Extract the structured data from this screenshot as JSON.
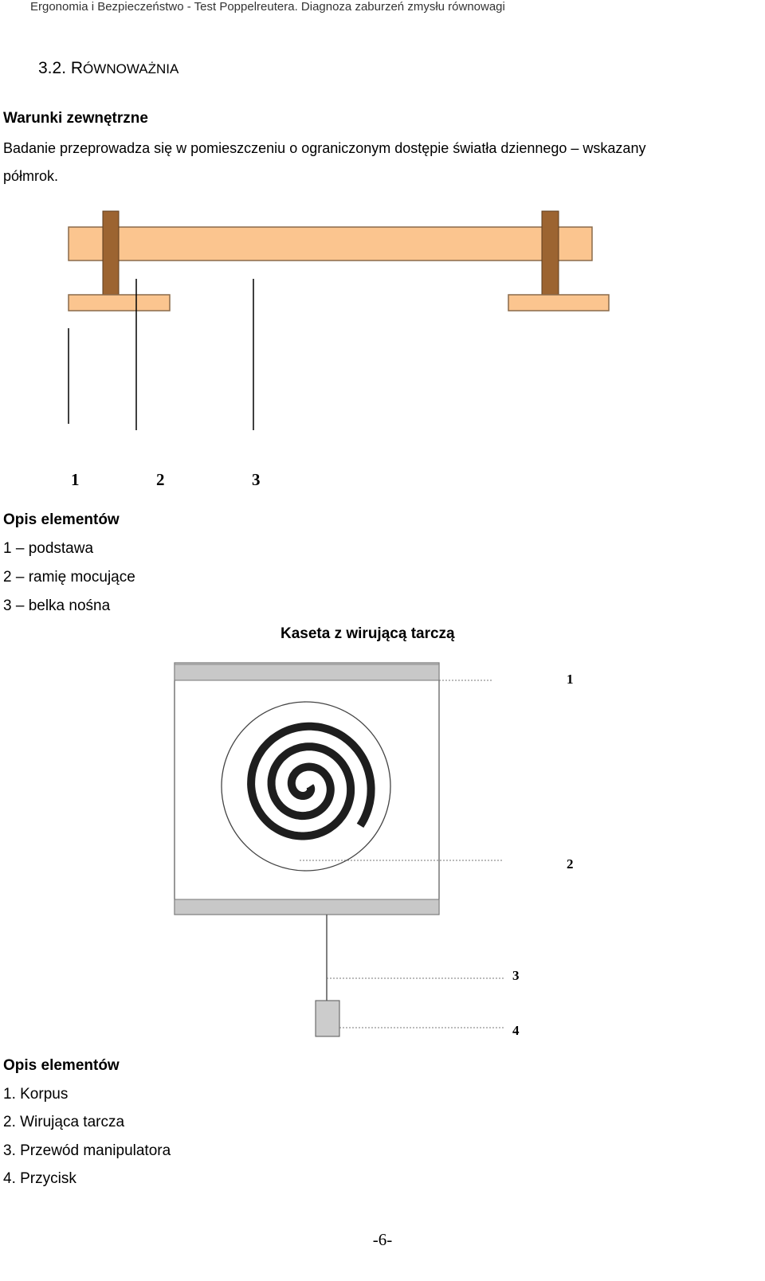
{
  "header": {
    "text": "Ergonomia i Bezpieczeństwo - Test Poppelreutera. Diagnoza zaburzeń zmysłu równowagi"
  },
  "section": {
    "number": "3.2.",
    "title_first": "R",
    "title_rest": "ÓWNOWAŻNIA"
  },
  "conditions": {
    "heading": "Warunki zewnętrzne",
    "line1": "Badanie przeprowadza się w pomieszczeniu o ograniczonym dostępie światła dziennego – wskazany",
    "line2": "półmrok."
  },
  "figure1": {
    "labels": [
      "1",
      "2",
      "3"
    ],
    "colors": {
      "beam": "#fbc58f",
      "post": "#9c6431",
      "outline": "#777777"
    }
  },
  "legend1": {
    "heading": "Opis elementów",
    "items": [
      "1 – podstawa",
      "2 – ramię mocujące",
      "3 – belka nośna"
    ]
  },
  "figure2": {
    "title": "Kaseta z wirującą tarczą",
    "labels": [
      "1",
      "2",
      "3",
      "4"
    ],
    "colors": {
      "bar": "#c8c8c8",
      "spiral": "#1e1e1e",
      "button": "#cccccc"
    }
  },
  "legend2": {
    "heading": "Opis elementów",
    "items": [
      "1. Korpus",
      "2. Wirująca tarcza",
      "3. Przewód manipulatora",
      "4. Przycisk"
    ]
  },
  "footer": {
    "page": "-6-"
  }
}
